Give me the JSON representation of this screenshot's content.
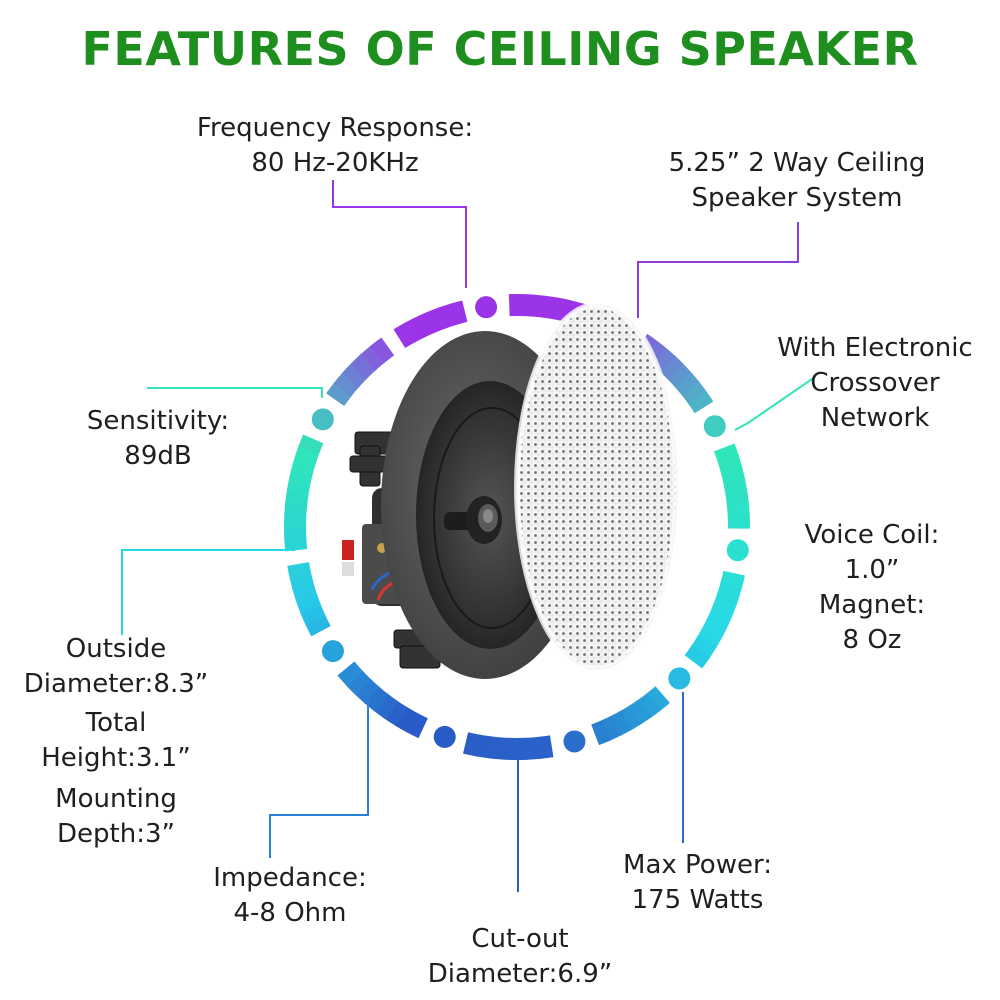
{
  "title": "FEATURES OF CEILING SPEAKER",
  "colors": {
    "title": "#1e8f1e",
    "ring_purple": "#9b34e8",
    "ring_teal": "#2fe6b8",
    "ring_cyan": "#27d8e8",
    "ring_blue": "#2a63c9",
    "text": "#1f1f1f",
    "grille": "#ffffff",
    "basket": "#3d3d3d"
  },
  "features": {
    "frequency": {
      "line1": "Frequency Response:",
      "line2": "80 Hz-20KHz"
    },
    "system": {
      "line1": "5.25” 2 Way Ceiling",
      "line2": "Speaker System"
    },
    "crossover": {
      "line1": "With Electronic",
      "line2": "Crossover",
      "line3": "Network"
    },
    "sensitivity": {
      "line1": "Sensitivity:",
      "line2": "89dB"
    },
    "voicecoil": {
      "line1": "Voice Coil:",
      "line2": "1.0”",
      "line3": "Magnet:",
      "line4": "8 Oz"
    },
    "dimensions": {
      "outside1": "Outside",
      "outside2": "Diameter:8.3”",
      "height1": "Total",
      "height2": "Height:3.1”",
      "depth1": "Mounting",
      "depth2": "Depth:3”"
    },
    "impedance": {
      "line1": "Impedance:",
      "line2": "4-8 Ohm"
    },
    "maxpower": {
      "line1": "Max Power:",
      "line2": "175 Watts"
    },
    "cutout": {
      "line1": "Cut-out",
      "line2": "Diameter:6.9”"
    }
  }
}
